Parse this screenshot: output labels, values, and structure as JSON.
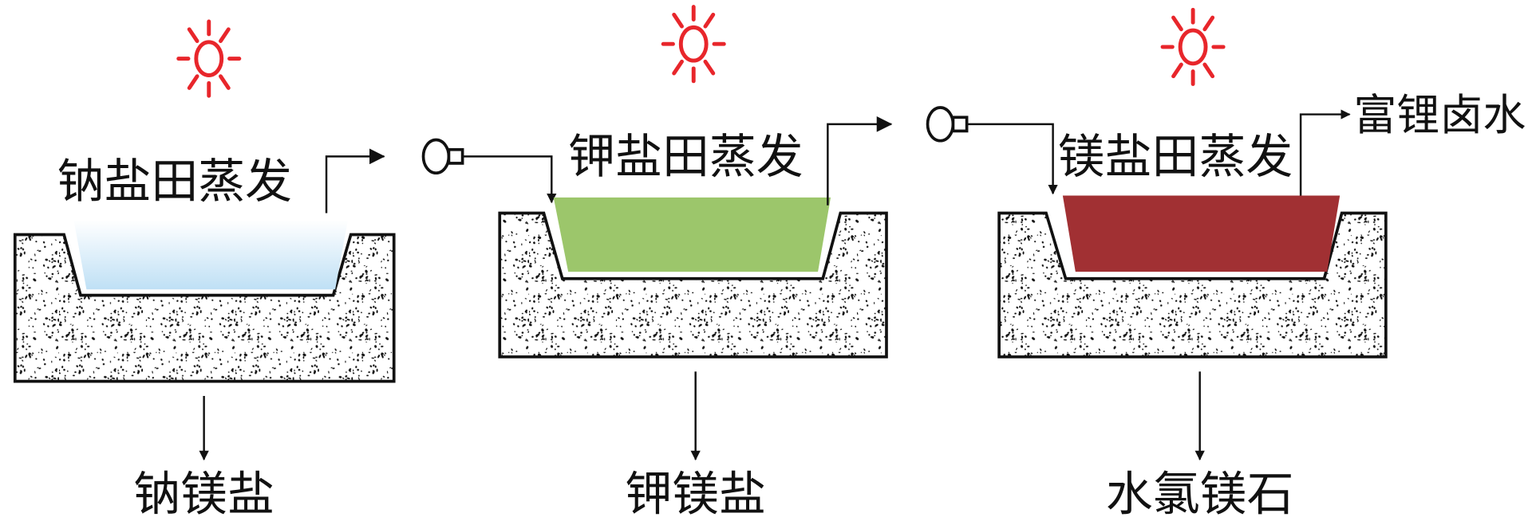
{
  "stages": [
    {
      "title": "钠盐田蒸发",
      "product": "钠镁盐",
      "brine_color": "#bfe0f5",
      "icon": "sun-icon"
    },
    {
      "title": "钾盐田蒸发",
      "product": "钾镁盐",
      "brine_color": "#9cc66b",
      "icon": "sun-icon"
    },
    {
      "title": "镁盐田蒸发",
      "product": "水氯镁石",
      "brine_color": "#a13033",
      "icon": "sun-icon"
    }
  ],
  "output_label": "富锂卤水",
  "colors": {
    "sun": "#e8262b",
    "line": "#111111"
  }
}
